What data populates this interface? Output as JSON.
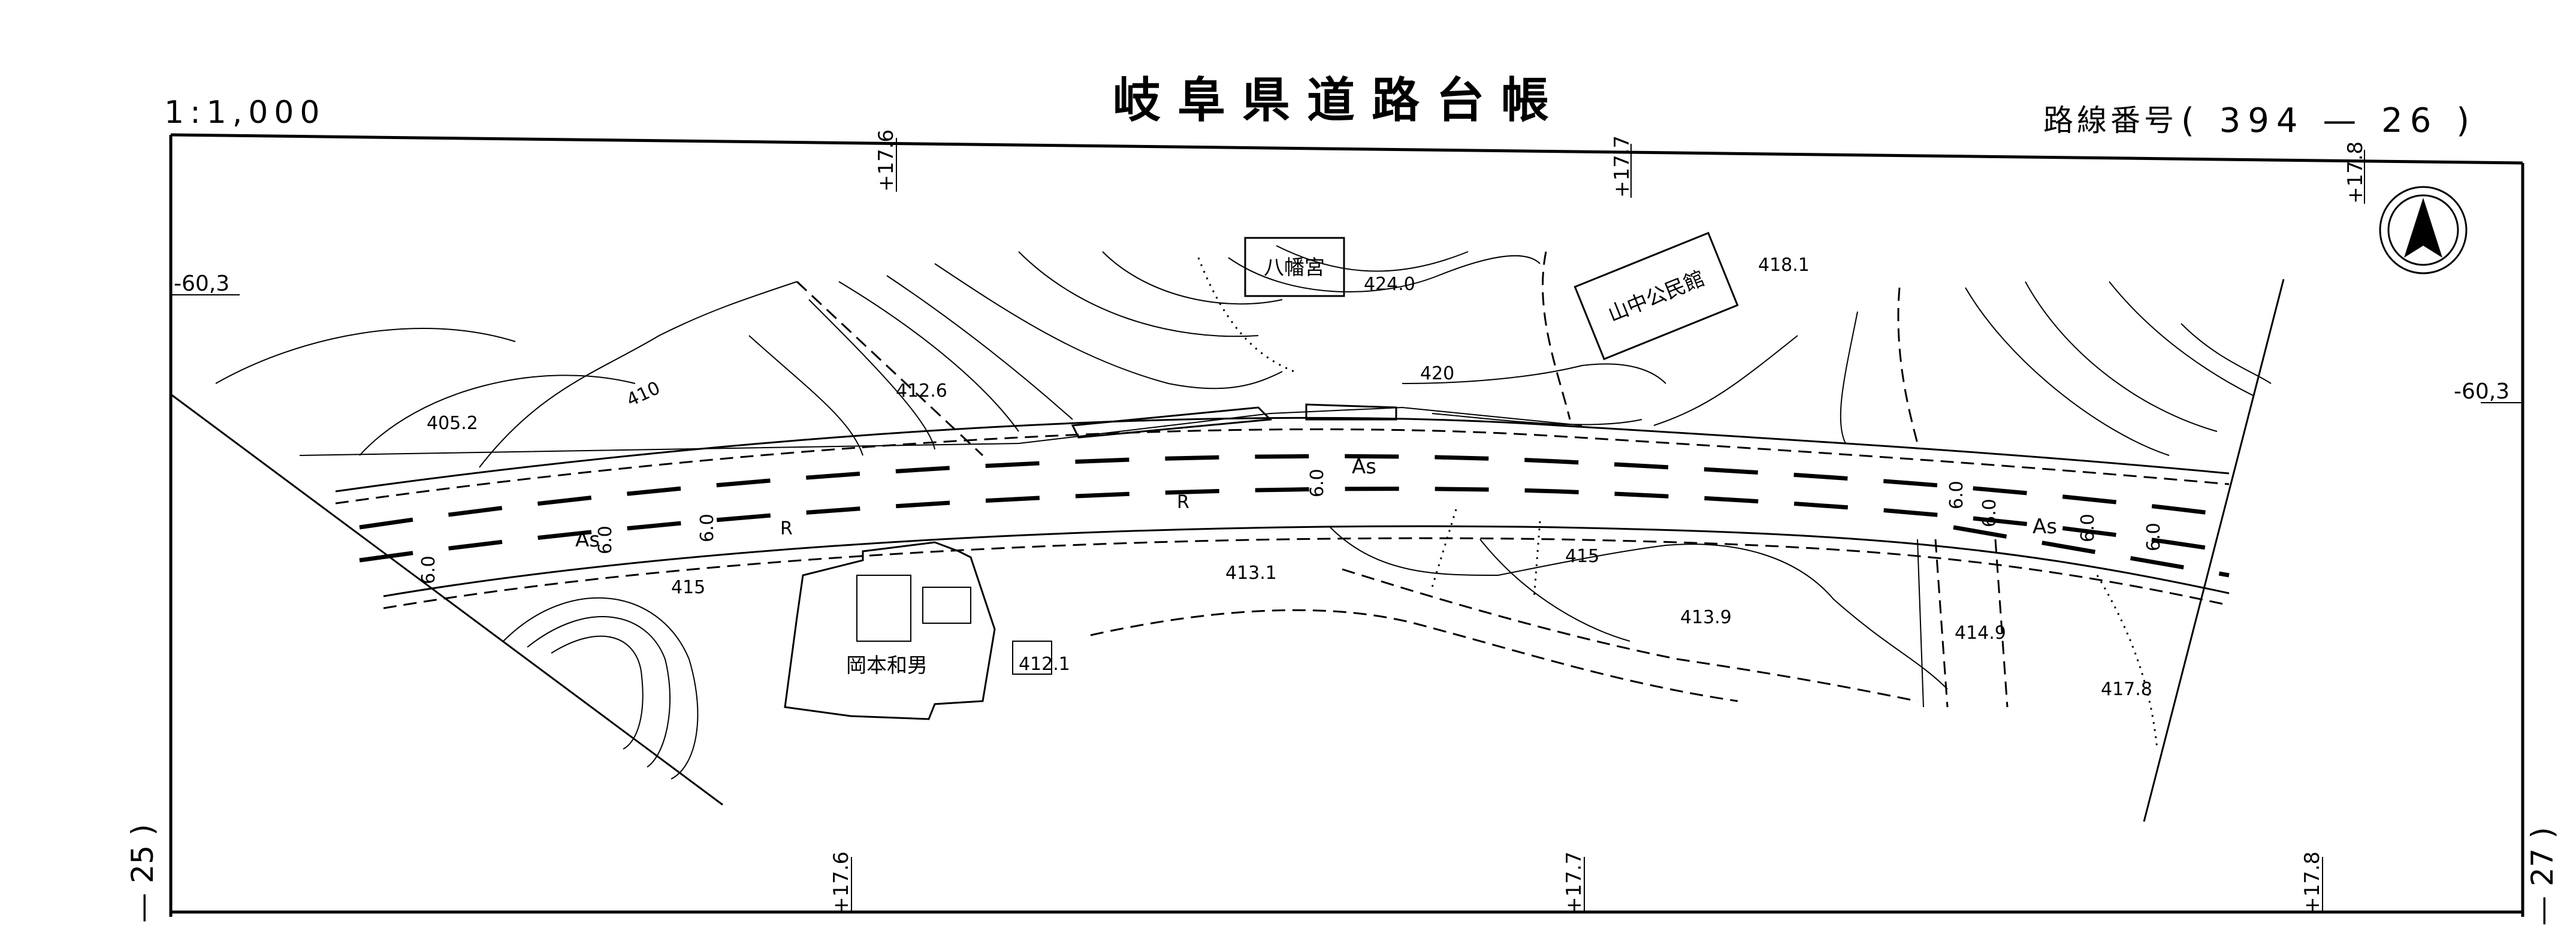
{
  "header": {
    "scale": "1:1,000",
    "title": "岐阜県道路台帳",
    "route_label": "路線番号",
    "route_number": "( 394 — 26 )"
  },
  "grid": {
    "top_ticks": [
      "+17.6",
      "+17.7",
      "+17.8"
    ],
    "bottom_ticks": [
      "+17.6",
      "+17.7",
      "+17.8"
    ],
    "left_tick": "-60,3",
    "right_tick": "-60,3",
    "left_sheet": "— 25 )",
    "right_sheet": "— 27 )"
  },
  "map": {
    "buildings": [
      "八幡宮",
      "山中公民館",
      "岡本和男"
    ],
    "elevations": [
      "424.0",
      "418.1",
      "405.2",
      "412.6",
      "410",
      "420",
      "415",
      "415",
      "413.1",
      "413.9",
      "412.1",
      "414.9",
      "417.8"
    ],
    "surface": [
      "As",
      "As",
      "As"
    ],
    "curb": [
      "R",
      "R"
    ],
    "widths": [
      "6.0",
      "6.0",
      "6.0",
      "6.0",
      "6.0",
      "6.0",
      "6.0",
      "6.0"
    ]
  }
}
